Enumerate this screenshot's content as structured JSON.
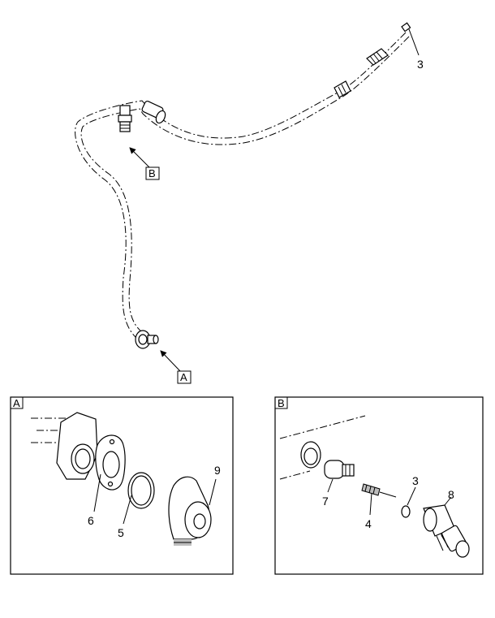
{
  "main_view": {
    "callouts": {
      "part_3": "3"
    },
    "view_refs": {
      "a": "A",
      "b": "B"
    }
  },
  "detail_a": {
    "label": "A",
    "callouts": {
      "part_6": "6",
      "part_5": "5",
      "part_9": "9"
    }
  },
  "detail_b": {
    "label": "B",
    "callouts": {
      "part_7": "7",
      "part_4": "4",
      "part_3": "3",
      "part_8": "8"
    }
  }
}
